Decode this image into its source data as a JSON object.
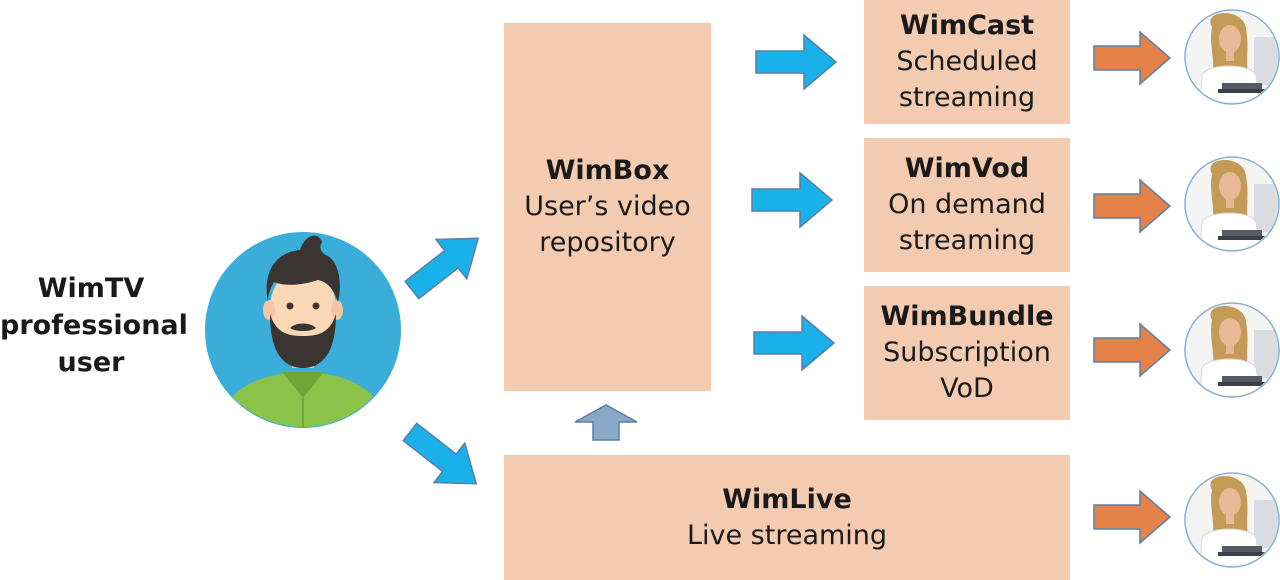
{
  "user": {
    "label_lines": [
      "WimTV",
      "professional",
      "user"
    ],
    "avatar_icon": "professional-user-avatar-icon"
  },
  "boxes": {
    "wimbox": {
      "title": "WimBox",
      "lines": [
        "User’s video",
        "repository"
      ]
    },
    "wimcast": {
      "title": "WimCast",
      "lines": [
        "Scheduled",
        "streaming"
      ]
    },
    "wimvod": {
      "title": "WimVod",
      "lines": [
        "On demand",
        "streaming"
      ]
    },
    "wimbundle": {
      "title": "WimBundle",
      "lines": [
        "Subscription",
        "VoD"
      ]
    },
    "wimlive": {
      "title": "WimLive",
      "lines": [
        "Live streaming"
      ]
    }
  },
  "viewer_icon": "viewer-avatar-icon",
  "colors": {
    "box_fill": "#f2cbb1",
    "blue_arrow": "#1ab0ea",
    "orange_arrow": "#e5824a",
    "grey_arrow": "#8aa9c8",
    "avatar_bg": "#3badd9",
    "shirt": "#8bc34a"
  }
}
